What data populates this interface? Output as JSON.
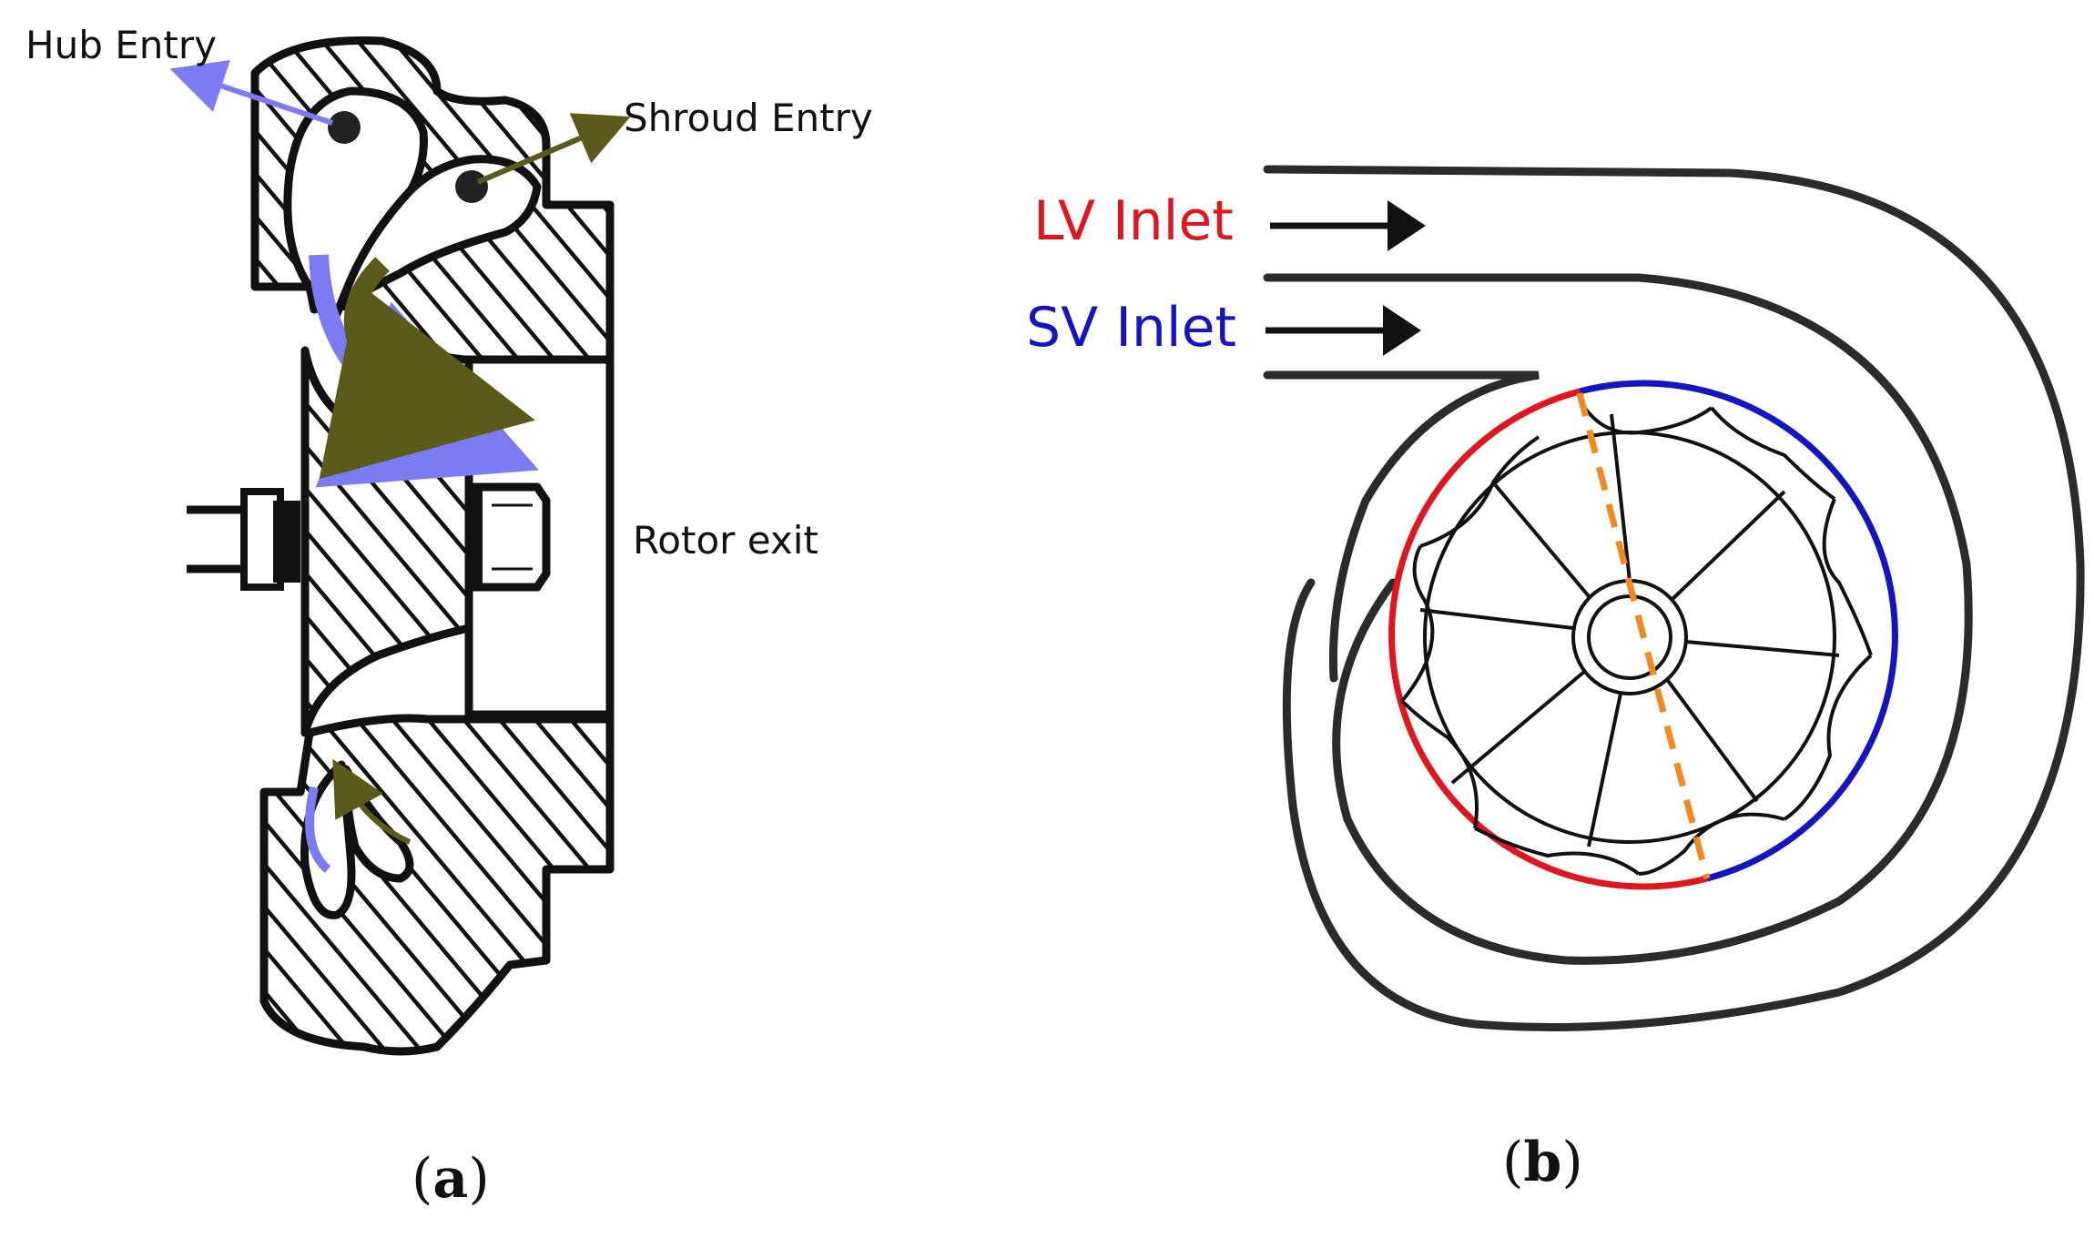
{
  "panel_a": {
    "labels": {
      "hub_entry": "Hub Entry",
      "shroud_entry": "Shroud Entry",
      "rotor_exit": "Rotor exit"
    },
    "caption": {
      "open": "(",
      "letter": "a",
      "close": ")"
    }
  },
  "panel_b": {
    "labels": {
      "lv_inlet": "LV Inlet",
      "sv_inlet": "SV Inlet"
    },
    "caption": {
      "open": "(",
      "letter": "b",
      "close": ")"
    }
  },
  "colors": {
    "hub_flow": "#7b7bf2",
    "shroud_flow": "#5a5a1a",
    "lv_inlet": "#e0161e",
    "sv_inlet": "#1414c0",
    "divider": "#f08a1e",
    "outline": "#111111"
  }
}
